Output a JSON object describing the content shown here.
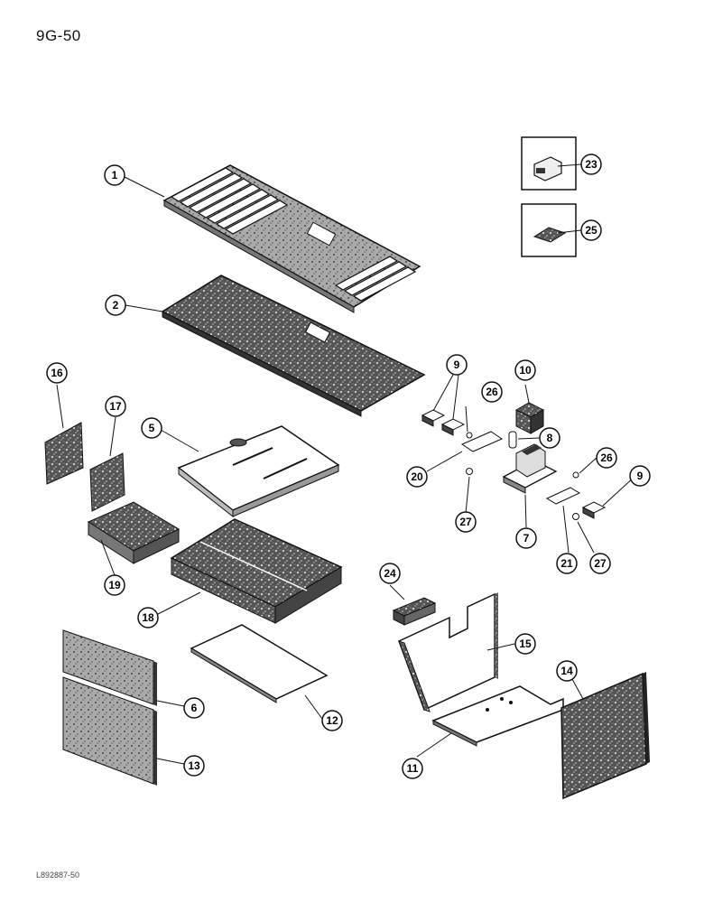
{
  "page": {
    "number": "9G-50",
    "drawing_code": "L892887-50"
  },
  "callouts": {
    "c1": "1",
    "c2": "2",
    "c5": "5",
    "c6": "6",
    "c7": "7",
    "c8": "8",
    "c9a": "9",
    "c9b": "9",
    "c10": "10",
    "c11": "11",
    "c12": "12",
    "c13": "13",
    "c14": "14",
    "c15": "15",
    "c16": "16",
    "c17": "17",
    "c18": "18",
    "c19": "19",
    "c20": "20",
    "c21": "21",
    "c23": "23",
    "c24": "24",
    "c25": "25",
    "c26a": "26",
    "c26b": "26",
    "c27a": "27",
    "c27b": "27"
  }
}
